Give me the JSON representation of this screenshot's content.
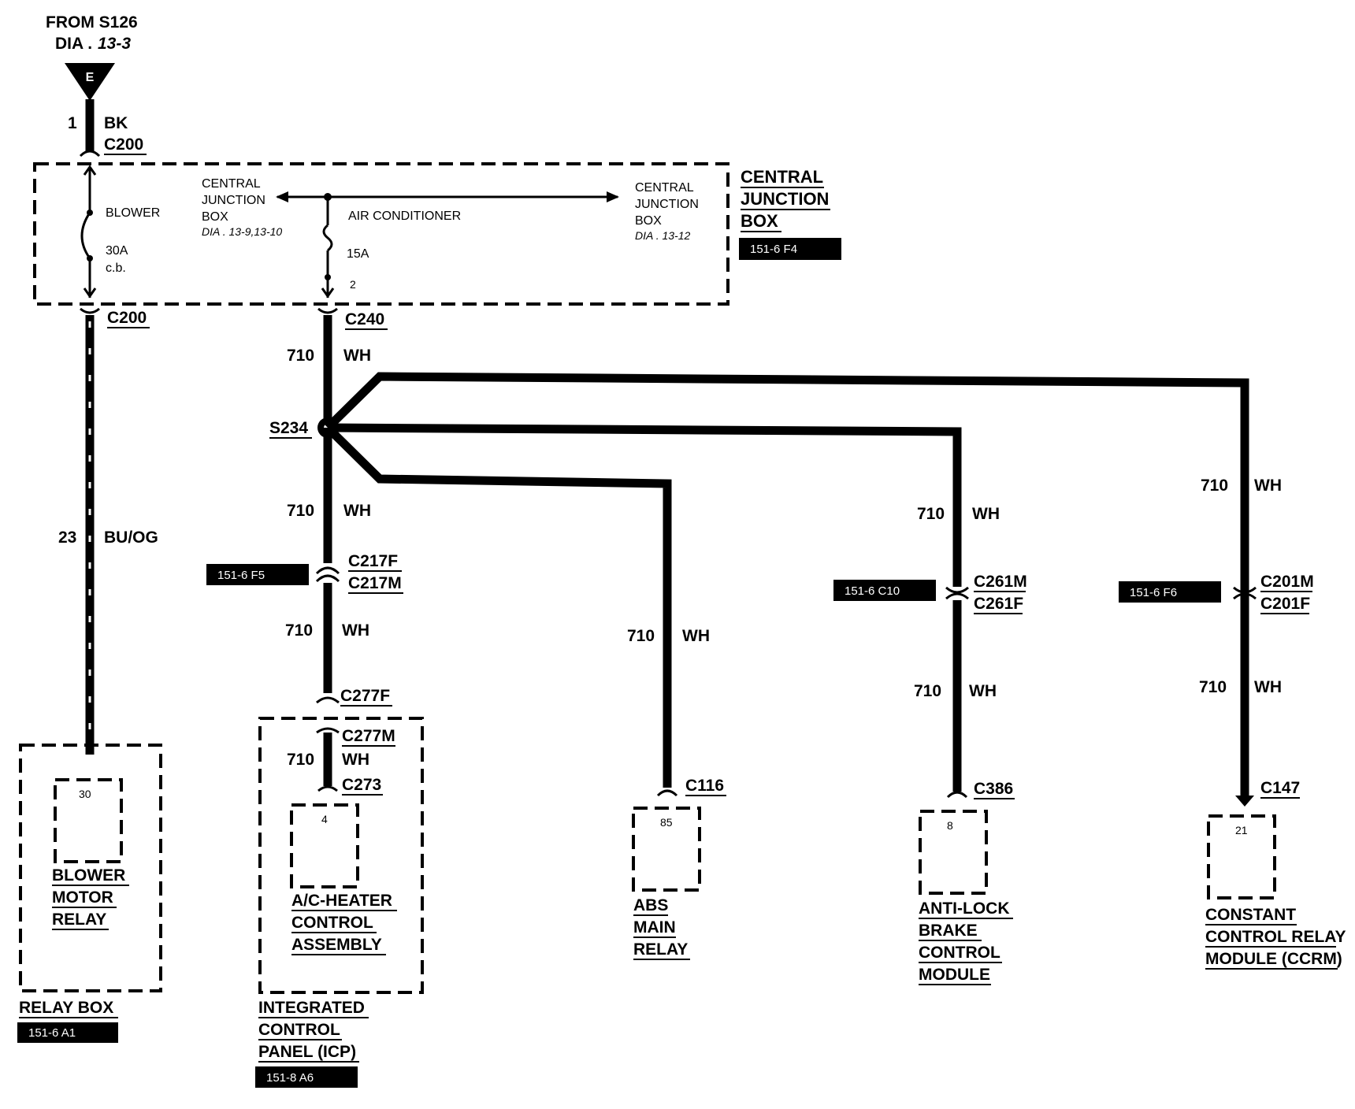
{
  "source": {
    "line1": "FROM S126",
    "line2_prefix": "DIA .",
    "line2_ref": "13-3",
    "connector_letter": "E"
  },
  "top_wire": {
    "pin": "1",
    "color": "BK",
    "connector": "C200"
  },
  "central_junction_box": {
    "title_lines": [
      "CENTRAL",
      "JUNCTION",
      "BOX"
    ],
    "location": "151-6 F4",
    "blower_label": "BLOWER",
    "breaker_rating": "30A",
    "breaker_type": "c.b.",
    "left_ref_lines": [
      "CENTRAL",
      "JUNCTION",
      "BOX"
    ],
    "left_ref_dia": "DIA . 13-9,13-10",
    "right_ref_lines": [
      "CENTRAL",
      "JUNCTION",
      "BOX"
    ],
    "right_ref_dia": "DIA . 13-12",
    "fuse_label": "AIR CONDITIONER",
    "fuse_rating": "15A",
    "fuse_pin": "2"
  },
  "blower_circuit": {
    "connector": "C200",
    "circuit": "23",
    "color": "BU/OG",
    "pin": "30",
    "component_lines": [
      "BLOWER",
      "MOTOR",
      "RELAY"
    ],
    "enclosure": "RELAY BOX",
    "location": "151-6 A1"
  },
  "ac_trunk": {
    "connector": "C240",
    "circuit": "710",
    "color": "WH",
    "splice": "S234"
  },
  "icp_branch": {
    "circuit": "710",
    "color": "WH",
    "inline_connectors": [
      "C217F",
      "C217M"
    ],
    "inline_location": "151-6 F5",
    "connector_f": "C277F",
    "connector_m": "C277M",
    "connector_final": "C273",
    "pin": "4",
    "component_lines": [
      "A/C-HEATER",
      "CONTROL",
      "ASSEMBLY"
    ],
    "enclosure_lines": [
      "INTEGRATED",
      "CONTROL",
      "PANEL (ICP)"
    ],
    "location": "151-8 A6"
  },
  "abs_relay_branch": {
    "circuit": "710",
    "color": "WH",
    "connector": "C116",
    "pin": "85",
    "component_lines": [
      "ABS",
      "MAIN",
      "RELAY"
    ]
  },
  "abs_module_branch": {
    "circuit": "710",
    "color": "WH",
    "inline_connectors": [
      "C261M",
      "C261F"
    ],
    "inline_location": "151-6 C10",
    "connector": "C386",
    "pin": "8",
    "component_lines": [
      "ANTI-LOCK",
      "BRAKE",
      "CONTROL",
      "MODULE"
    ]
  },
  "ccrm_branch": {
    "circuit": "710",
    "color": "WH",
    "inline_connectors": [
      "C201M",
      "C201F"
    ],
    "inline_location": "151-6 F6",
    "connector": "C147",
    "pin": "21",
    "component_lines": [
      "CONSTANT",
      "CONTROL RELAY",
      "MODULE (CCRM)"
    ]
  }
}
